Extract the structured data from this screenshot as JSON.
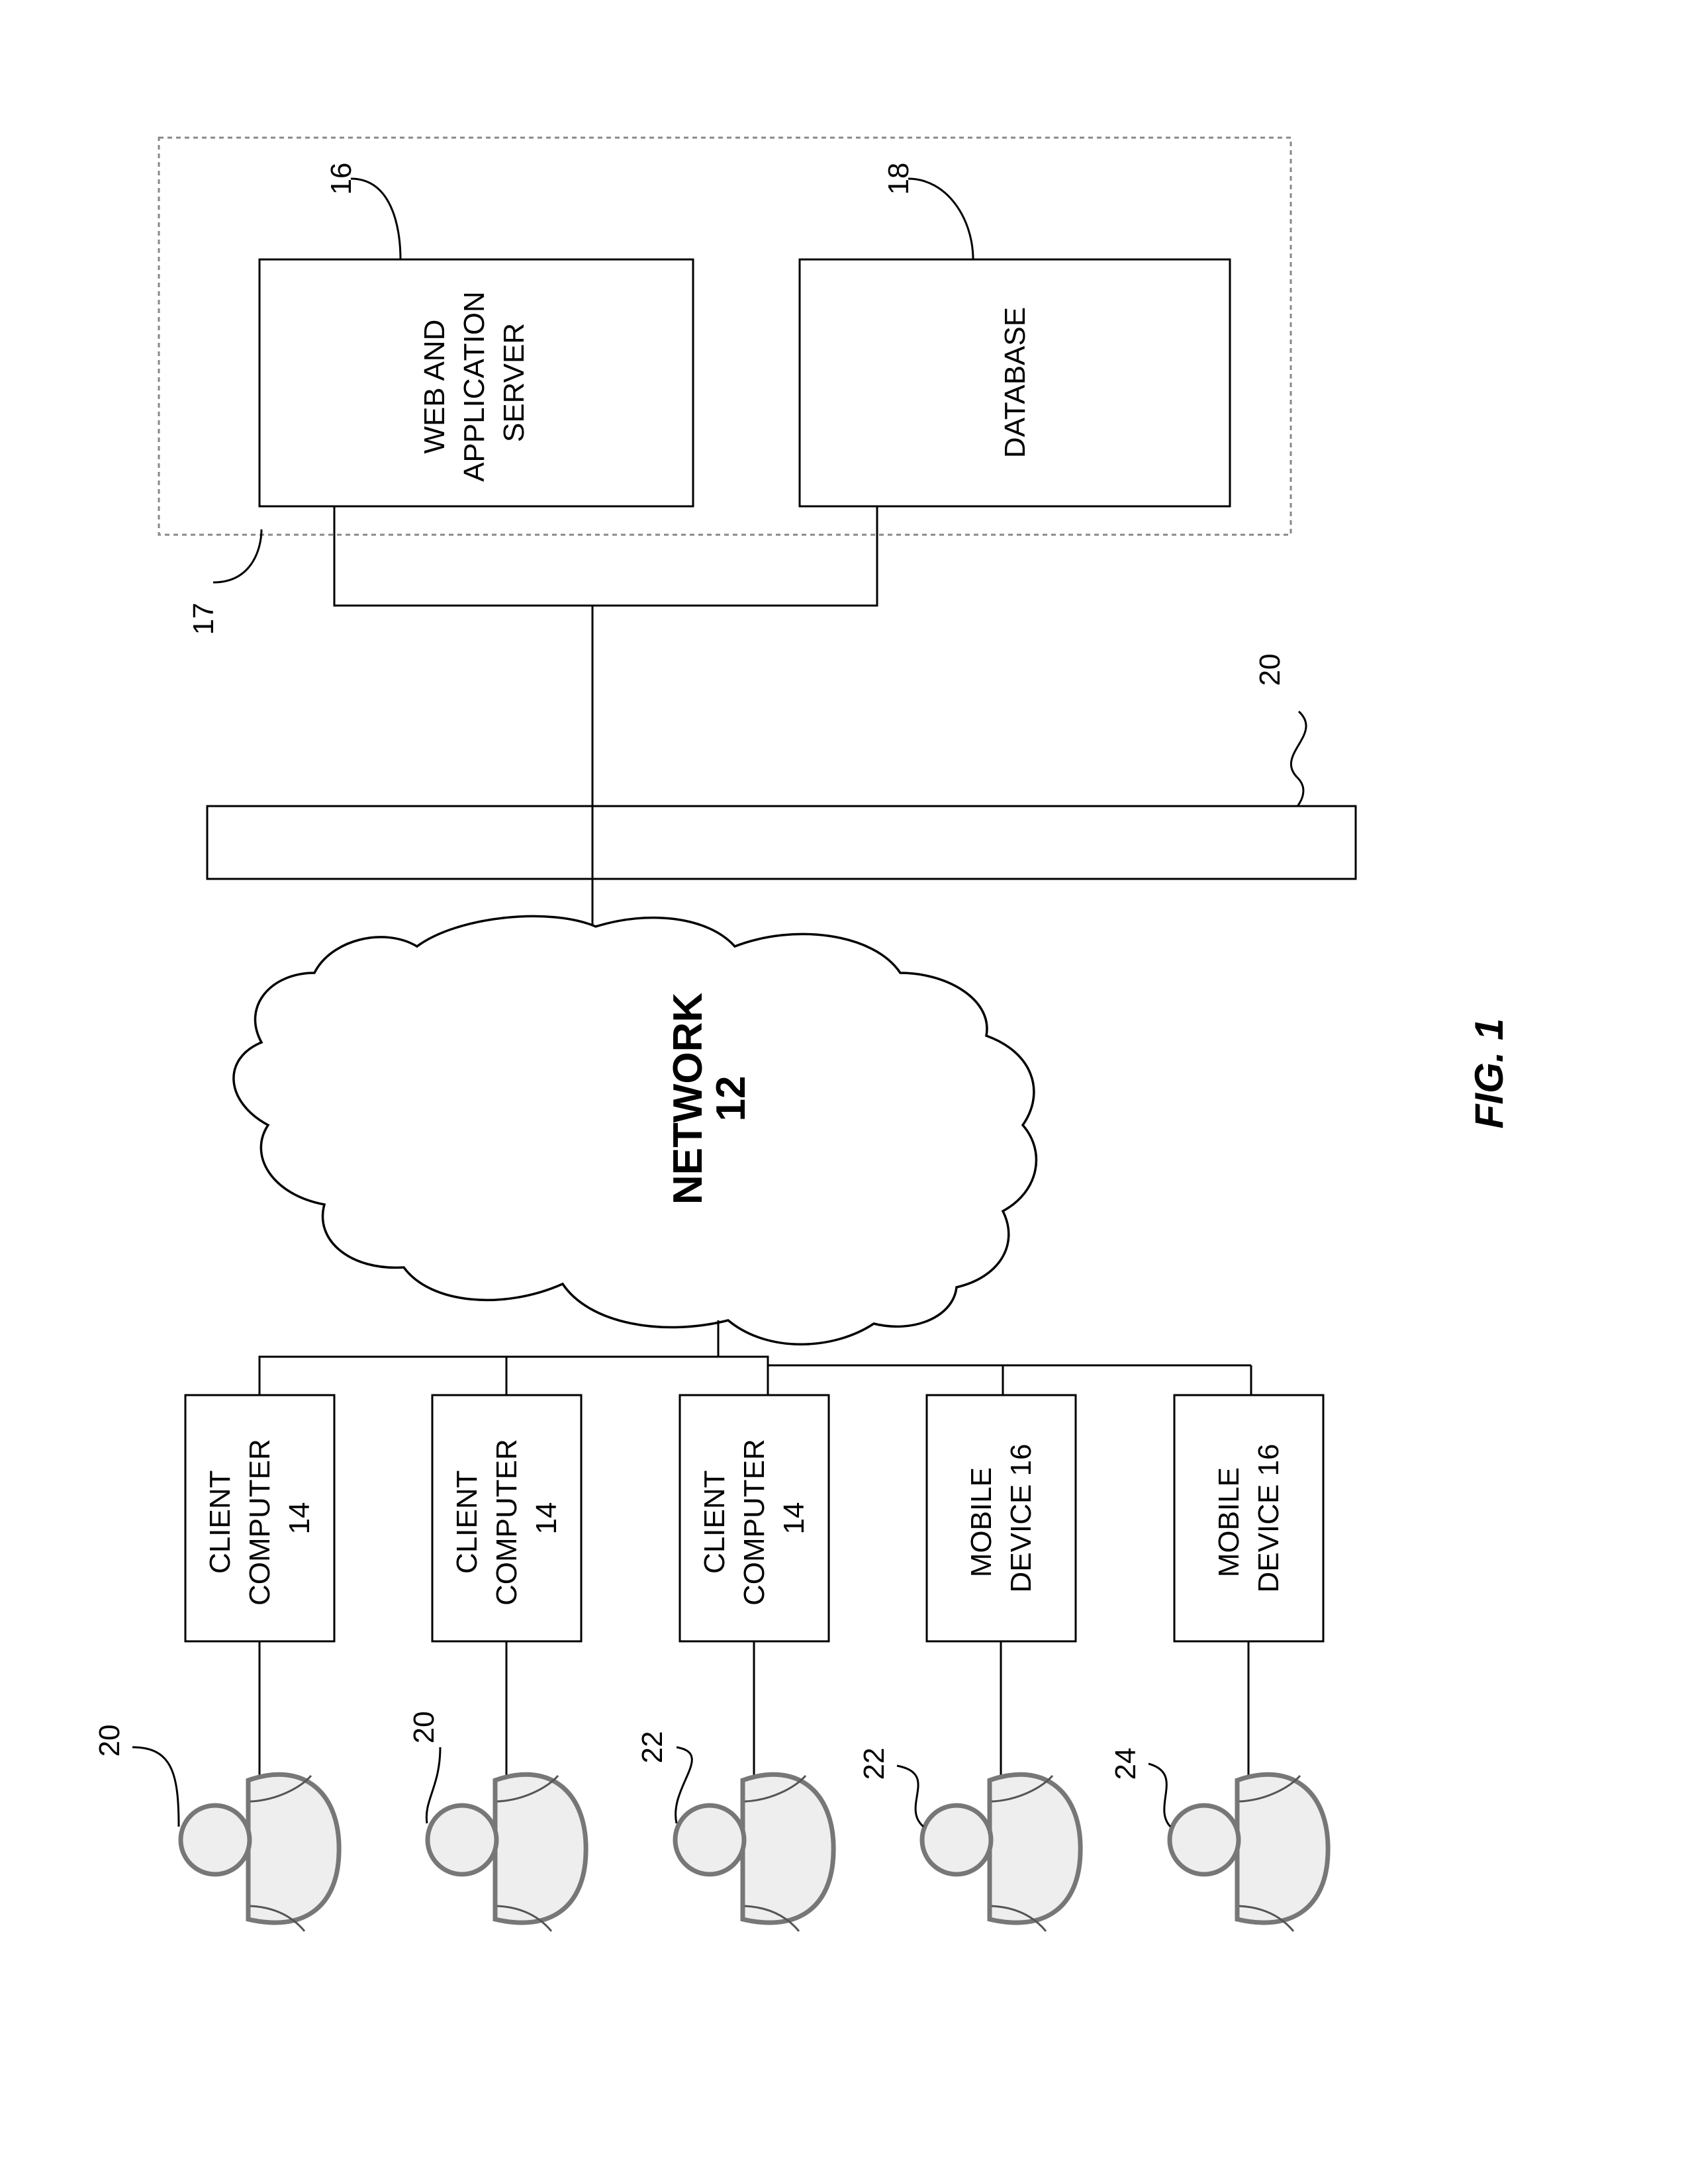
{
  "server": {
    "label": [
      "WEB AND",
      "APPLICATION",
      "SERVER"
    ],
    "ref": "16"
  },
  "database": {
    "label": [
      "DATABASE"
    ],
    "ref": "18"
  },
  "server_group": {
    "ref": "17"
  },
  "firewall": {
    "ref": "20"
  },
  "network": {
    "label": "NETWORK",
    "ref": "12"
  },
  "figure_label": "FIG. 1",
  "clients": [
    {
      "lines": [
        "CLIENT",
        "COMPUTER",
        "14"
      ]
    },
    {
      "lines": [
        "CLIENT",
        "COMPUTER",
        "14"
      ]
    },
    {
      "lines": [
        "CLIENT",
        "COMPUTER",
        "14"
      ]
    },
    {
      "lines": [
        "MOBILE",
        "DEVICE 16"
      ]
    },
    {
      "lines": [
        "MOBILE",
        "DEVICE 16"
      ]
    }
  ],
  "users": [
    {
      "ref": "20"
    },
    {
      "ref": "20"
    },
    {
      "ref": "22"
    },
    {
      "ref": "22"
    },
    {
      "ref": "24"
    }
  ]
}
